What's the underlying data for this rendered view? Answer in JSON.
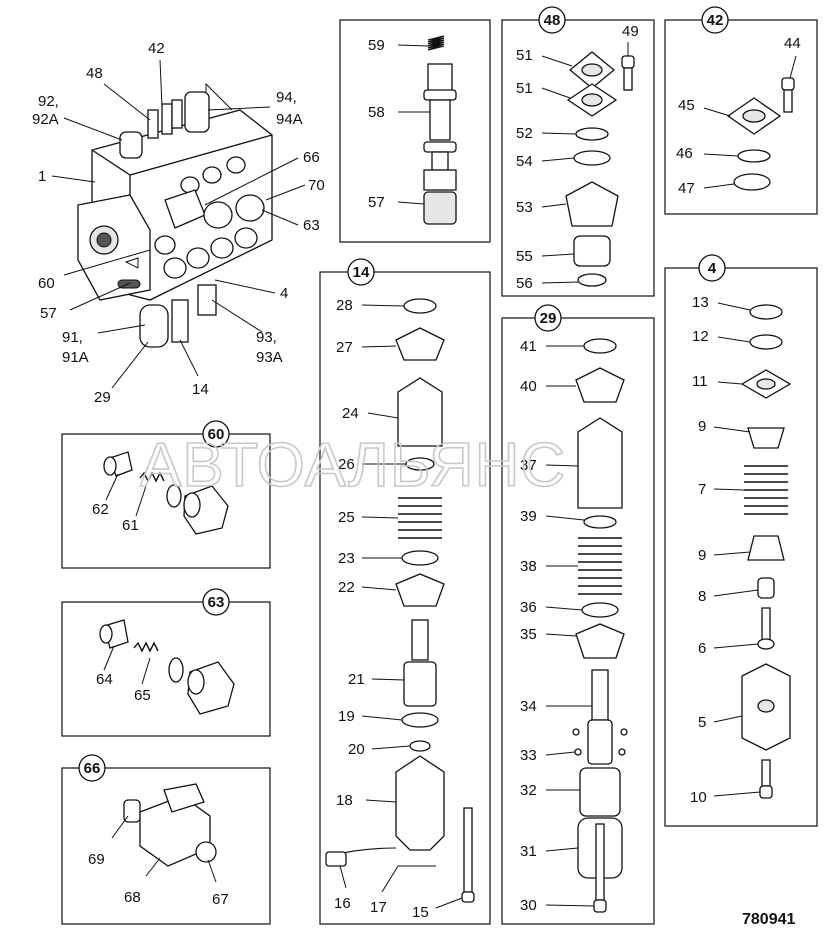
{
  "watermark": "АВТОАЛЬЯНС",
  "drawing_ref": "780941",
  "callouts": {
    "c48": "48",
    "c42": "42",
    "c14": "14",
    "c4": "4",
    "c29": "29",
    "c60": "60",
    "c63": "63",
    "c66": "66"
  },
  "labels": {
    "l92": "92,",
    "l92a": "92A",
    "l48": "48",
    "l42": "42",
    "l94": "94,",
    "l94a": "94A",
    "l66": "66",
    "l70": "70",
    "l1": "1",
    "l63": "63",
    "l60": "60",
    "l4": "4",
    "l57": "57",
    "l91": "91,",
    "l91a": "91A",
    "l93": "93,",
    "l93a": "93A",
    "l29": "29",
    "l14": "14",
    "l62": "62",
    "l61": "61",
    "l64": "64",
    "l65": "65",
    "l69": "69",
    "l68": "68",
    "l67": "67",
    "l59": "59",
    "l58": "58",
    "l57b": "57",
    "l51a": "51",
    "l51b": "51",
    "l49": "49",
    "l52": "52",
    "l54": "54",
    "l53": "53",
    "l55": "55",
    "l56": "56",
    "l44": "44",
    "l45": "45",
    "l46": "46",
    "l47": "47",
    "l28": "28",
    "l27": "27",
    "l24": "24",
    "l26": "26",
    "l25": "25",
    "l23": "23",
    "l22": "22",
    "l21": "21",
    "l19": "19",
    "l20": "20",
    "l18": "18",
    "l16": "16",
    "l17": "17",
    "l15": "15",
    "l41": "41",
    "l40": "40",
    "l37": "37",
    "l39": "39",
    "l38": "38",
    "l36": "36",
    "l35": "35",
    "l34": "34",
    "l33": "33",
    "l32": "32",
    "l31": "31",
    "l30": "30",
    "l13": "13",
    "l12": "12",
    "l11": "11",
    "l9a": "9",
    "l7": "7",
    "l9b": "9",
    "l8": "8",
    "l6": "6",
    "l5": "5",
    "l10": "10"
  }
}
